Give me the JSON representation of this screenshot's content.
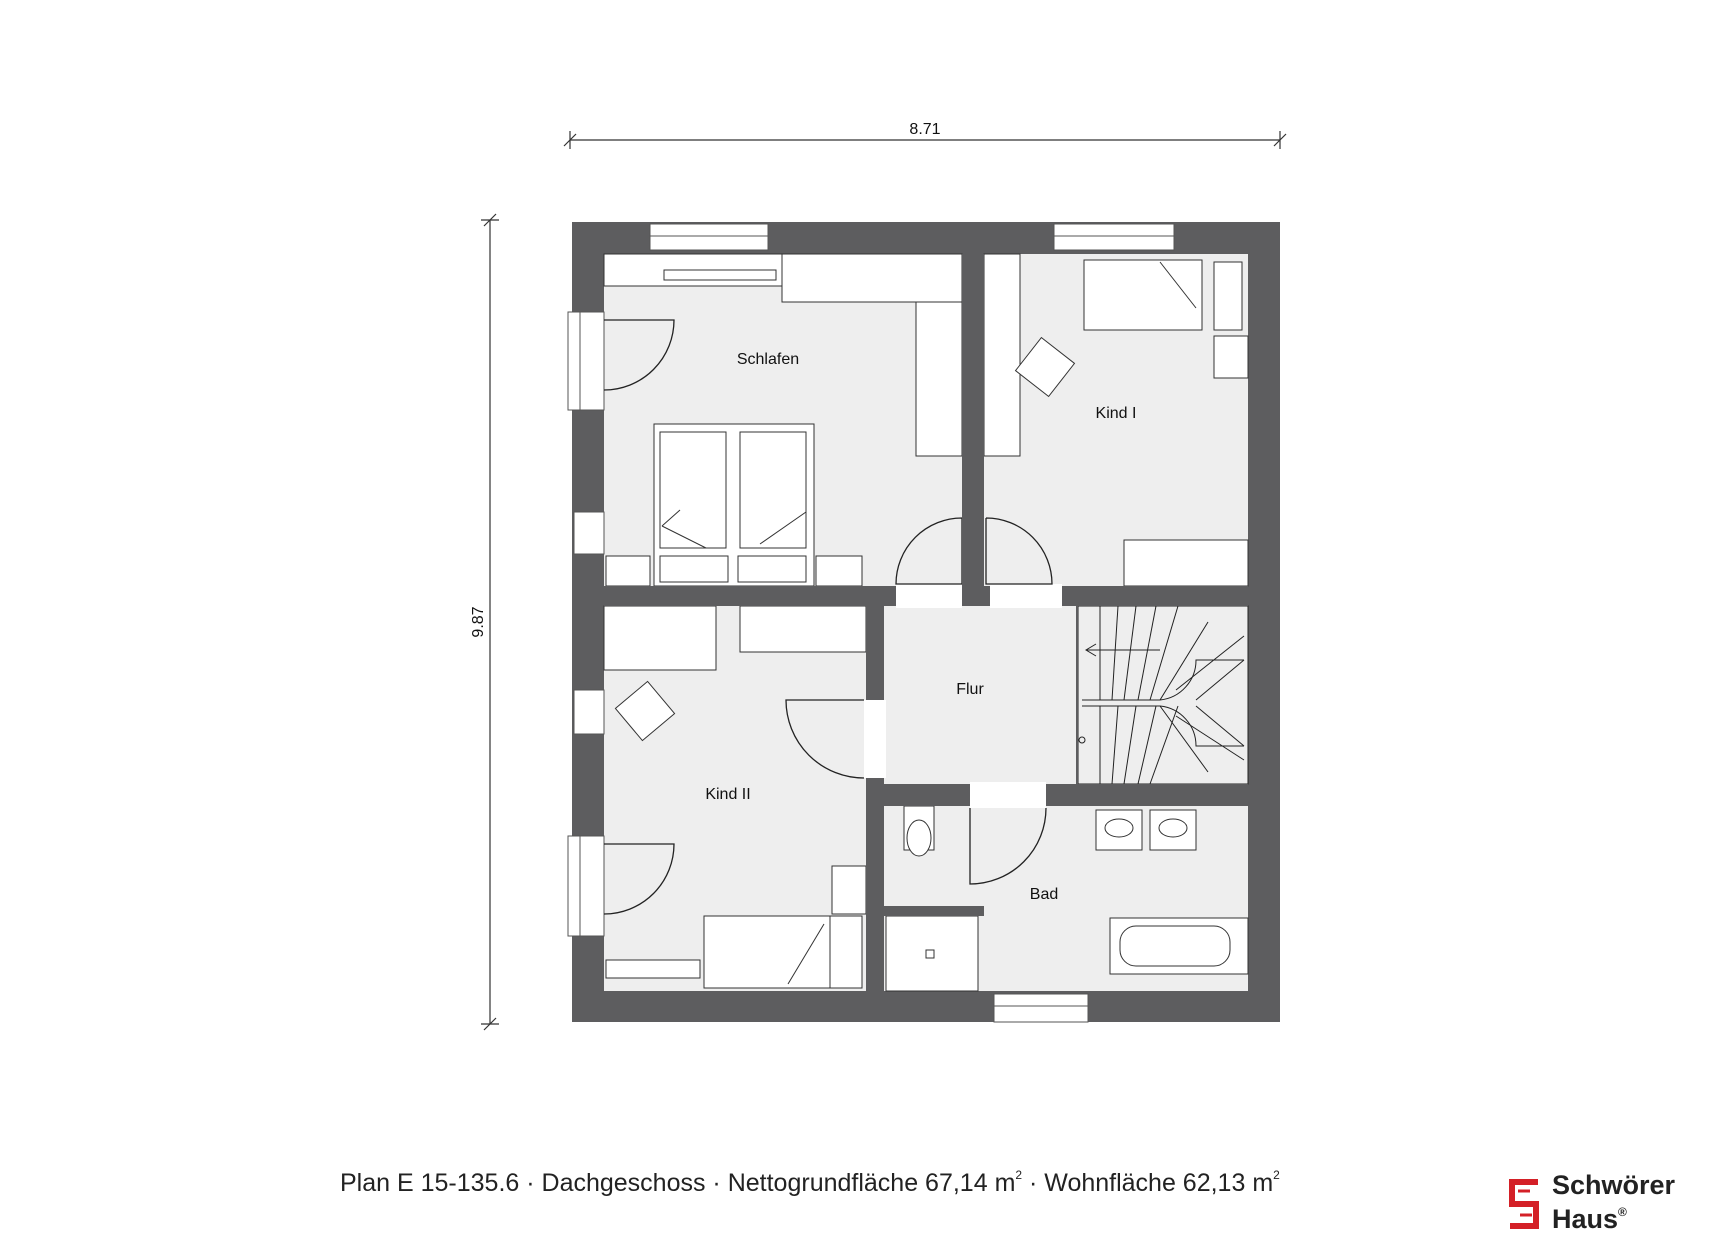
{
  "plan": {
    "dim_width": "8.71",
    "dim_height": "9.87",
    "rooms": {
      "schlafen": "Schlafen",
      "kind1": "Kind I",
      "kind2": "Kind II",
      "flur": "Flur",
      "bad": "Bad"
    }
  },
  "caption": {
    "text": "Plan E 15-135.6 · Dachgeschoss · Nettogrundfläche 67,14 m",
    "sup1": "2",
    "mid": " · Wohnfläche 62,13 m",
    "sup2": "2"
  },
  "logo": {
    "line1": "Schwörer",
    "line2": "Haus",
    "reg": "®",
    "mark_color": "#d42027"
  },
  "colors": {
    "wall": "#5d5d5f",
    "floor": "#eeeeee",
    "line": "#333333"
  }
}
